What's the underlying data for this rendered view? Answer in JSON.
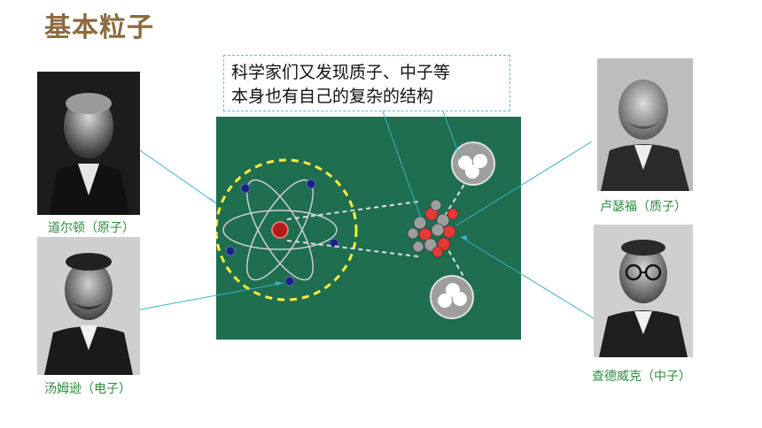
{
  "page": {
    "title": "基本粒子"
  },
  "callout": {
    "line1": "科学家们又发现质子、中子等",
    "line2": "本身也有自己的复杂的结构"
  },
  "scientists": [
    {
      "name": "道尔顿（原子）"
    },
    {
      "name": "汤姆逊（电子）"
    },
    {
      "name": "卢瑟福（质子）"
    },
    {
      "name": "查德威克（中子）"
    }
  ],
  "colors": {
    "title": "#8b6a3e",
    "caption": "#2e8b3e",
    "board": "#1e6e4f",
    "orbit": "#cccccc",
    "electron": "#1a237e",
    "nucleus": "#b71c1c",
    "dashed_circle": "#ffeb3b",
    "pointer_line": "#3fb0c8"
  }
}
